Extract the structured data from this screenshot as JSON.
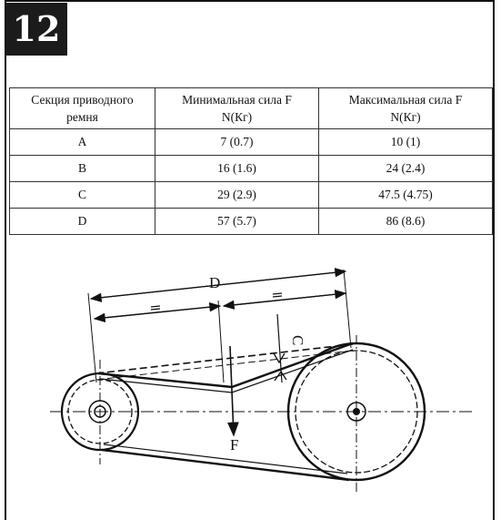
{
  "section_number": "12",
  "table": {
    "headers": [
      [
        "Секция приводного",
        "ремня"
      ],
      [
        "Минимальная сила F",
        "N(Кг)"
      ],
      [
        "Максимальная сила F",
        "N(Кг)"
      ]
    ],
    "rows": [
      [
        "A",
        "7 (0.7)",
        "10 (1)"
      ],
      [
        "B",
        "16 (1.6)",
        "24 (2.4)"
      ],
      [
        "C",
        "29 (2.9)",
        "47.5 (4.75)"
      ],
      [
        "D",
        "57 (5.7)",
        "86 (8.6)"
      ]
    ]
  },
  "diagram": {
    "label_d": "D",
    "label_c": "C",
    "label_f": "F"
  }
}
